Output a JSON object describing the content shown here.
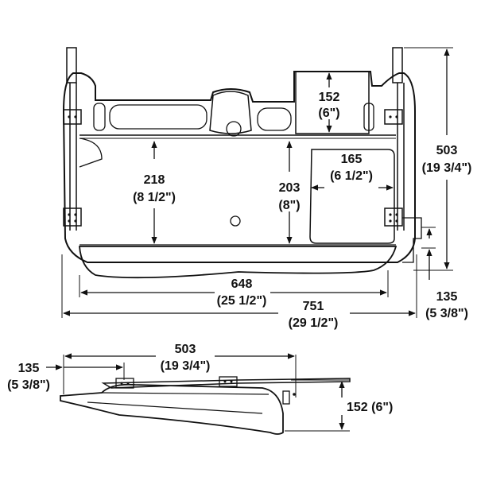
{
  "top_view": {
    "tray_inner_height": {
      "mm": "152",
      "in": "(6\")"
    },
    "pad_width": {
      "mm": "165",
      "in": "(6 1/2\")"
    },
    "left_depth": {
      "mm": "218",
      "in": "(8 1/2\")"
    },
    "center_depth": {
      "mm": "203",
      "in": "(8\")"
    },
    "track_length": {
      "mm": "503",
      "in": "(19 3/4\")"
    },
    "platform_width": {
      "mm": "648",
      "in": "(25 1/2\")"
    },
    "overall_width": {
      "mm": "751",
      "in": "(29 1/2\")"
    },
    "offset": {
      "mm": "135",
      "in": "(5 3/8\")"
    }
  },
  "side_view": {
    "track_length": {
      "mm": "503",
      "in": "(19 3/4\")"
    },
    "offset": {
      "mm": "135",
      "in": "(5 3/8\")"
    },
    "height": {
      "label": "152 (6\")"
    }
  },
  "colors": {
    "line": "#111111",
    "fill": "#e6e6e6",
    "shade": "#cfcfcf"
  }
}
